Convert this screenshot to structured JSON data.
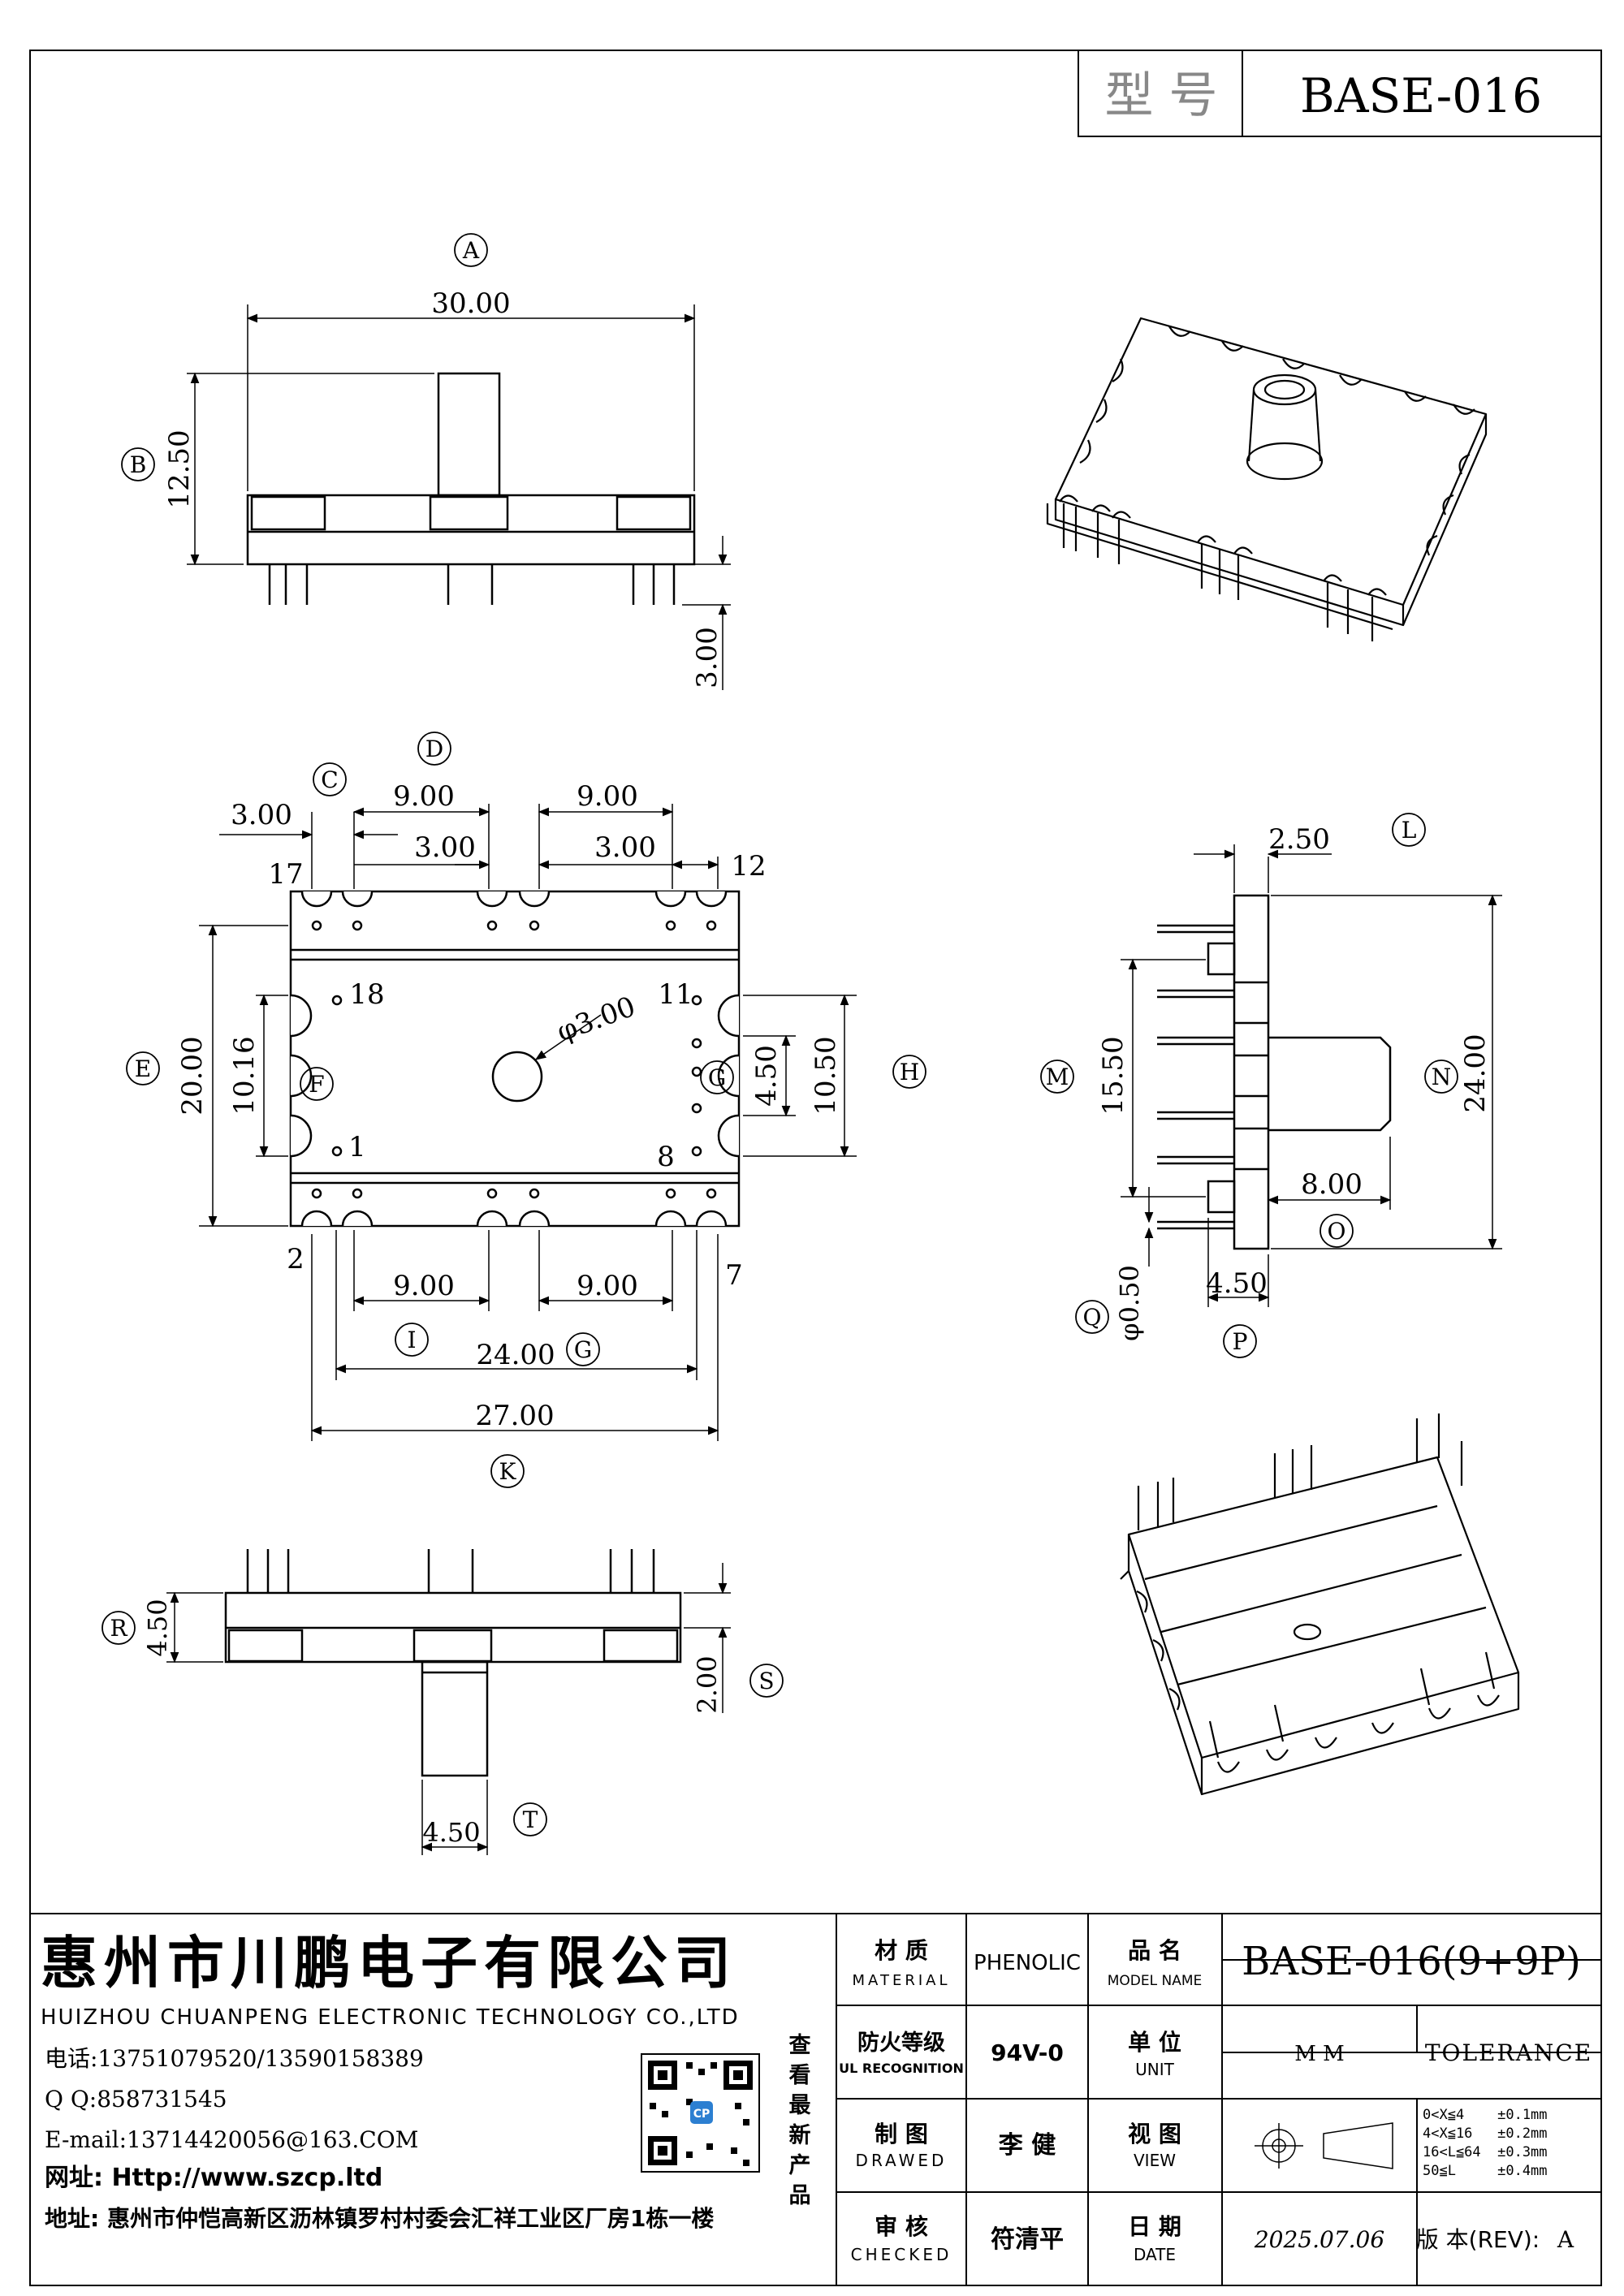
{
  "header": {
    "model_label": "型 号",
    "model_value": "BASE-016"
  },
  "dimensions": {
    "front": {
      "width_label": "A",
      "width": "30.00",
      "height_label": "B",
      "height": "12.50",
      "pin": "3.00"
    },
    "top": {
      "c_label": "C",
      "d_label": "D",
      "c_val": "3.00",
      "d_left": "9.00",
      "d_right": "9.00",
      "d_sub_left": "3.00",
      "d_sub_right": "3.00",
      "pins": {
        "p17": "17",
        "p12": "12",
        "p18": "18",
        "p11": "11",
        "p1": "1",
        "p8": "8",
        "p2": "2",
        "p7": "7"
      },
      "e_label": "E",
      "e_val": "20.00",
      "f_label": "F",
      "f_val": "10.16",
      "g_label": "G",
      "g_val": "4.50",
      "h_label": "H",
      "h_val": "10.50",
      "hole": "φ3.00",
      "i_left": "9.00",
      "i_right": "9.00",
      "i_label": "I",
      "g2_val": "24.00",
      "g2_label": "G",
      "k_val": "27.00",
      "k_label": "K"
    },
    "side": {
      "l_val": "2.50",
      "l_label": "L",
      "m_val": "15.50",
      "m_label": "M",
      "n_val": "24.00",
      "n_label": "N",
      "o_val": "8.00",
      "o_label": "O",
      "p_val": "4.50",
      "p_label": "P",
      "q_val": "φ0.50",
      "q_label": "Q"
    },
    "bottom": {
      "r_val": "4.50",
      "r_label": "R",
      "s_val": "2.00",
      "s_label": "S",
      "t_val": "4.50",
      "t_label": "T"
    }
  },
  "title_block": {
    "company_cn": "惠州市川鹏电子有限公司",
    "company_en": "HUIZHOU CHUANPENG ELECTRONIC TECHNOLOGY CO.,LTD",
    "phone": "电话:13751079520/13590158389",
    "qq": "Q Q:858731545",
    "email": "E-mail:13714420056@163.COM",
    "web": "网址: Http://www.szcp.ltd",
    "address": "地址: 惠州市仲恺高新区沥林镇罗村村委会汇祥工业区厂房1栋一楼",
    "qr_side": [
      "查",
      "看",
      "最",
      "新",
      "产",
      "品"
    ],
    "qr_logo": "CP",
    "material_cn": "材 质",
    "material_en": "MATERIAL",
    "material_value": "PHENOLIC",
    "model_cn": "品 名",
    "model_en": "MODEL NAME",
    "model_value": "BASE-016(9+9P)",
    "ul_cn": "防火等级",
    "ul_en": "UL RECOGNITION",
    "ul_value": "94V-0",
    "unit_cn": "单 位",
    "unit_en": "UNIT",
    "unit_value": "M M",
    "tolerance": "TOLERANCE",
    "drawn_cn": "制 图",
    "drawn_en": "DRAWED",
    "drawn_value": "李 健",
    "view_cn": "视 图",
    "view_en": "VIEW",
    "tol_lines": [
      "0<X≦4    ±0.1mm",
      "4<X≦16   ±0.2mm",
      "16<L≦64  ±0.3mm",
      "50≦L     ±0.4mm"
    ],
    "checked_cn": "审 核",
    "checked_en": "CHECKED",
    "checked_value": "符清平",
    "date_cn": "日 期",
    "date_en": "DATE",
    "date_value": "2025.07.06",
    "rev_label": "版 本(REV):",
    "rev_value": "A"
  }
}
